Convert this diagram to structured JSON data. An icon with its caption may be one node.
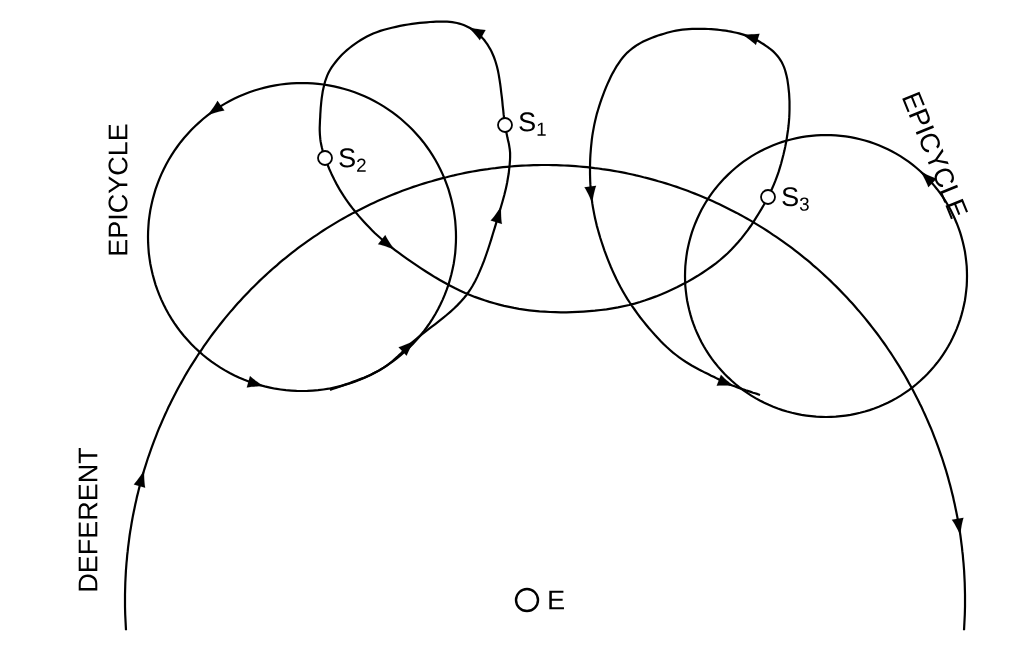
{
  "diagram": {
    "labels": [
      "EPICYCLE",
      "S$_{1}$",
      "S$_{2}$",
      "EPICYCLE",
      "S$_{3}$",
      "DEFERENT",
      "E"
    ]
  }
}
